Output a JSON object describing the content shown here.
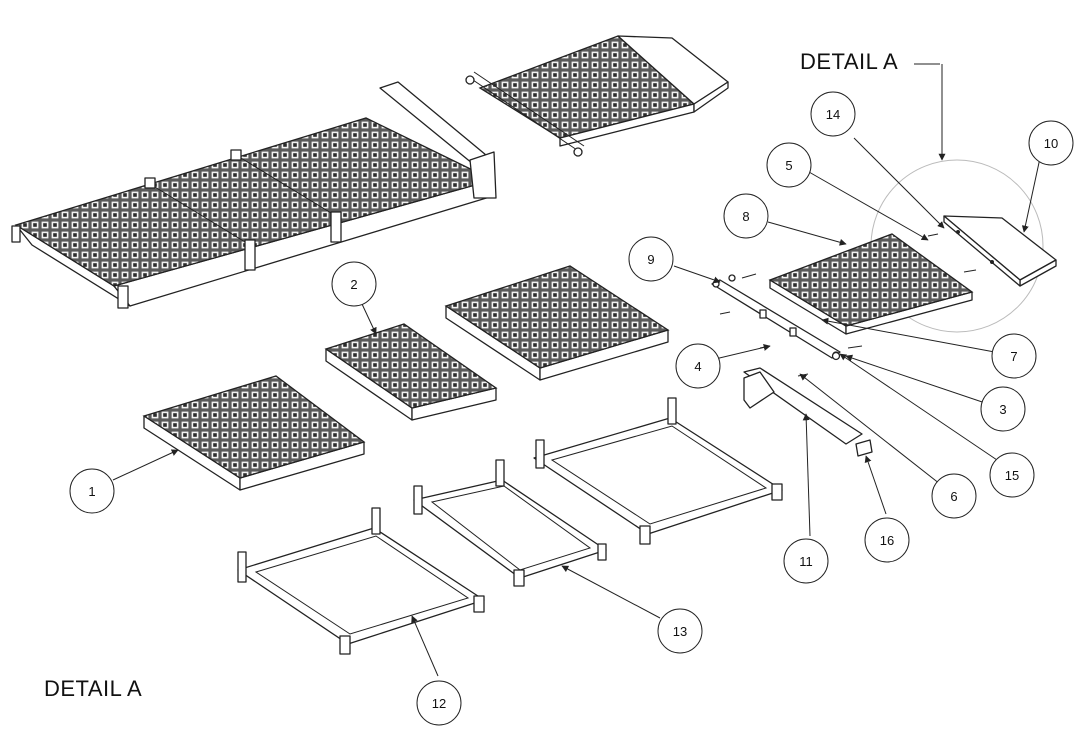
{
  "captions": {
    "detail_top": "DETAIL A",
    "detail_bottom": "DETAIL A"
  },
  "balloons": {
    "b1": "1",
    "b2": "2",
    "b3": "3",
    "b4": "4",
    "b5": "5",
    "b6": "6",
    "b7": "7",
    "b8": "8",
    "b9": "9",
    "b10": "10",
    "b11": "11",
    "b12": "12",
    "b13": "13",
    "b14": "14",
    "b15": "15",
    "b16": "16"
  },
  "colors": {
    "line": "#222222",
    "background": "#ffffff",
    "grate_fill": "#555555",
    "detail_circle": "#bbbbbb"
  }
}
